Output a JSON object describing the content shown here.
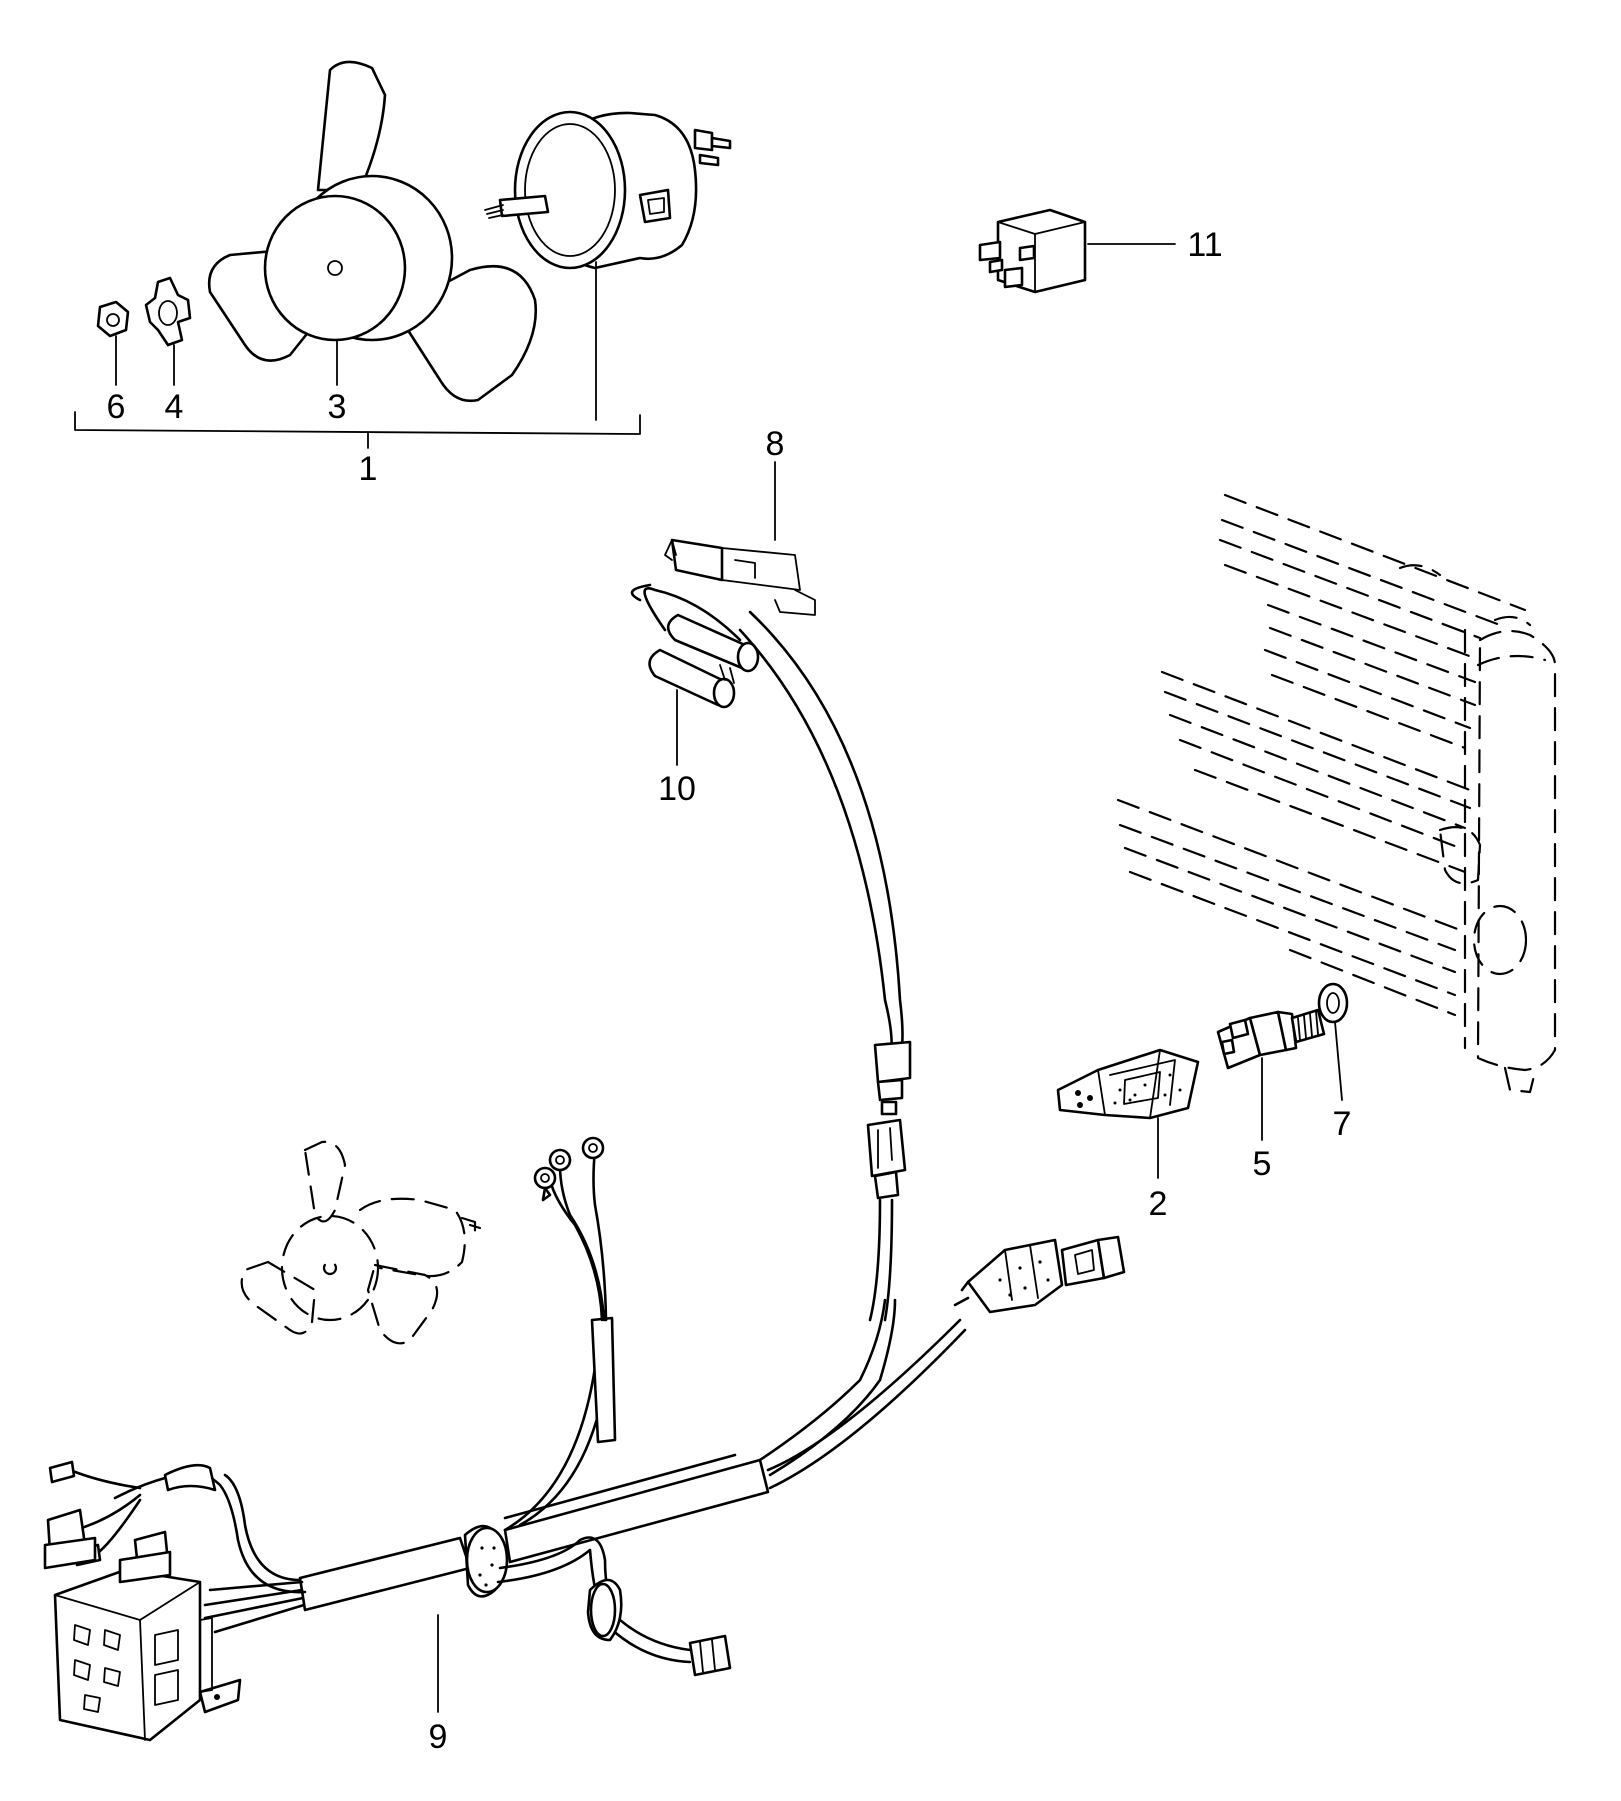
{
  "callouts": [
    {
      "id": "c1",
      "text": "1"
    },
    {
      "id": "c2",
      "text": "2"
    },
    {
      "id": "c3",
      "text": "3"
    },
    {
      "id": "c4",
      "text": "4"
    },
    {
      "id": "c5",
      "text": "5"
    },
    {
      "id": "c6",
      "text": "6"
    },
    {
      "id": "c7",
      "text": "7"
    },
    {
      "id": "c8",
      "text": "8"
    },
    {
      "id": "c9",
      "text": "9"
    },
    {
      "id": "c10",
      "text": "10"
    },
    {
      "id": "c11",
      "text": "11"
    }
  ],
  "colors": {
    "ink": "#000000",
    "paper": "#ffffff"
  }
}
